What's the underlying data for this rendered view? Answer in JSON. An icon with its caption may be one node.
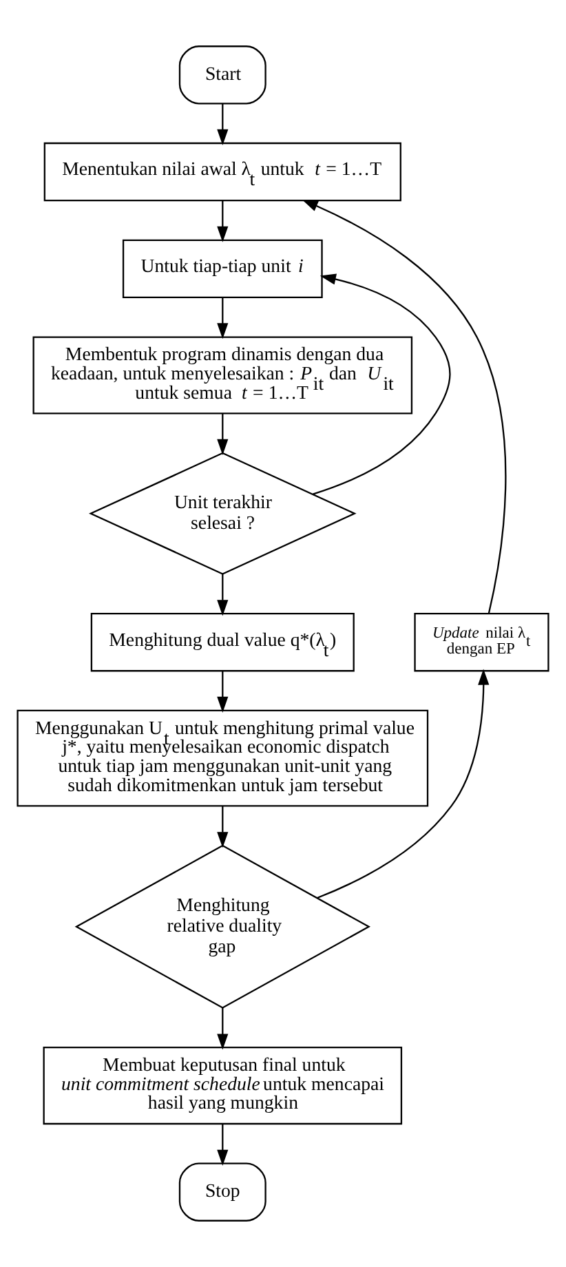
{
  "diagram": {
    "nodes": [
      {
        "text": [
          "Start"
        ]
      },
      {
        "text": [
          "Menentukan nilai awal λ$_{t}$ untuk *t* = 1…T"
        ]
      },
      {
        "text": [
          "Untuk tiap-tiap unit *i*"
        ]
      },
      {
        "text": [
          "Membentuk program dinamis dengan dua keadaan, untuk menyelesaikan : *P*$_{it}$ dan *U*$_{it}$ untuk semua *t* = 1…T"
        ]
      },
      {
        "text": [
          "Unit terakhir selesai ?"
        ]
      },
      {
        "text": [
          "*Update* nilai λ$_{t}$ dengan EP"
        ]
      },
      {
        "text": [
          "Menghitung dual value q*(λ$_{t}$)"
        ]
      },
      {
        "text": [
          "Menggunakan U$_{t}$ untuk menghitung primal value j*, yaitu menyelesaikan economic dispatch untuk tiap jam menggunakan unit-unit yang sudah dikomitmenkan untuk jam tersebut"
        ]
      },
      {
        "text": [
          "Menghitung relative duality gap"
        ]
      },
      {
        "text": [
          "Membuat keputusan final untuk *unit commitment schedule* untuk mencapai hasil yang mungkin"
        ]
      },
      {
        "text": [
          "Stop"
        ]
      }
    ],
    "edges": [
      {
        "from": 0,
        "to": 1,
        "arrow": "to"
      },
      {
        "from": 1,
        "to": 2,
        "arrow": "to"
      },
      {
        "from": 2,
        "to": 3,
        "arrow": "to"
      },
      {
        "from": 3,
        "to": 4,
        "arrow": "to"
      },
      {
        "from": 4,
        "to": 2,
        "arrow": "to"
      },
      {
        "from": 4,
        "to": 6,
        "arrow": "to"
      },
      {
        "from": 6,
        "to": 7,
        "arrow": "to"
      },
      {
        "from": 7,
        "to": 8,
        "arrow": "to"
      },
      {
        "from": 8,
        "to": 5,
        "arrow": "to"
      },
      {
        "from": 5,
        "to": 1,
        "arrow": "to"
      },
      {
        "from": 8,
        "to": 9,
        "arrow": "to"
      },
      {
        "from": 9,
        "to": 10,
        "arrow": "to"
      }
    ]
  }
}
